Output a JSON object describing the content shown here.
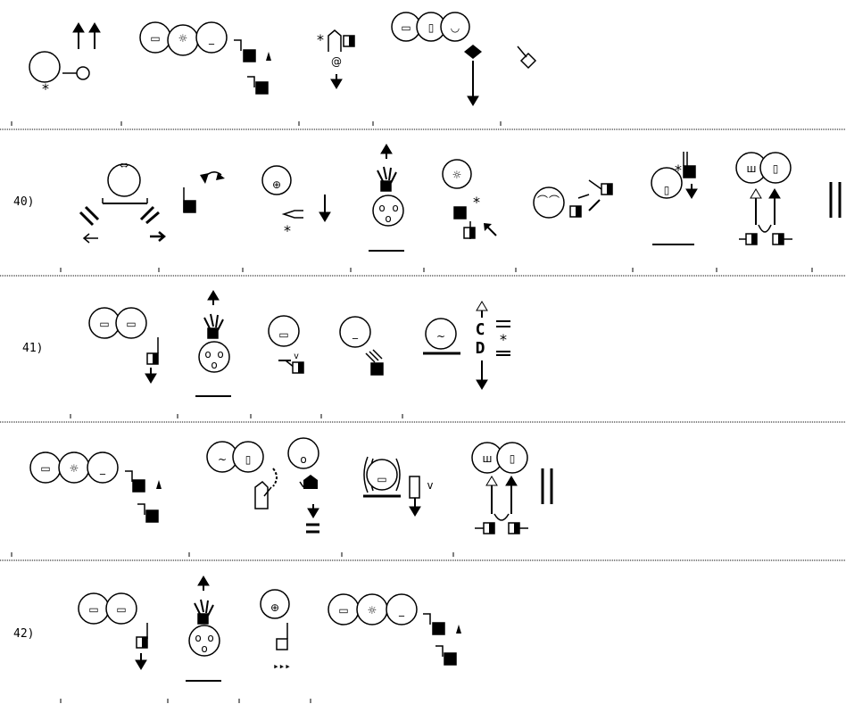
{
  "document": {
    "rows": [
      {
        "label": ""
      },
      {
        "label": "40)"
      },
      {
        "label": "41)"
      },
      {
        "label": "42)"
      }
    ]
  },
  "colors": {
    "ink": "#000000",
    "background": "#ffffff"
  }
}
